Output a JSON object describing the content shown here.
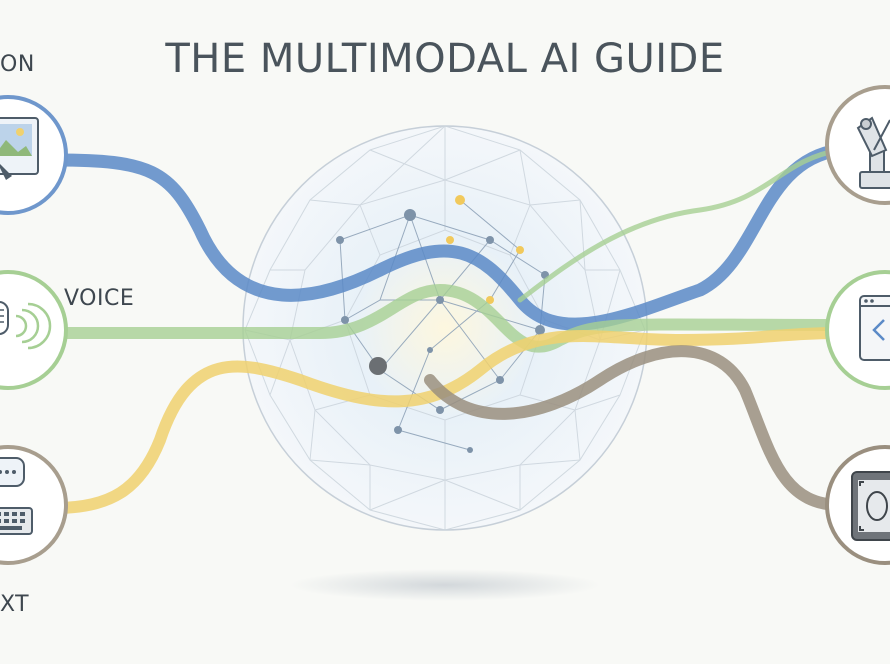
{
  "title": "THE MULTIMODAL AI GUIDE",
  "inputs": [
    {
      "label": "ON",
      "icon": "image-icon",
      "color": "#5b8ac7"
    },
    {
      "label": "VOICE",
      "icon": "microphone-icon",
      "color": "#a6cf94"
    },
    {
      "label": "XT",
      "icon": "keyboard-chat-icon",
      "color": "#f0d16e"
    }
  ],
  "outputs": [
    {
      "icon": "robot-arm-icon",
      "color": "#5b8ac7"
    },
    {
      "icon": "code-window-icon",
      "color": "#a6cf94"
    },
    {
      "icon": "scan-device-icon",
      "color": "#9a8f7f"
    }
  ],
  "core": {
    "icon": "network-sphere-icon"
  }
}
